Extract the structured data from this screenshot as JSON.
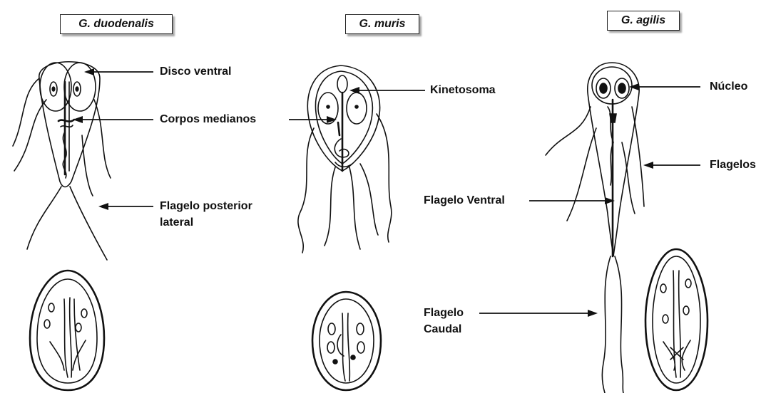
{
  "species": {
    "duodenalis": "G. duodenalis",
    "muris": "G. muris",
    "agilis": "G. agilis"
  },
  "labels": {
    "disco_ventral": "Disco ventral",
    "corpos_medianos": "Corpos medianos",
    "flagelo_posterior_line1": "Flagelo posterior",
    "flagelo_posterior_line2": "lateral",
    "kinetosoma": "Kinetosoma",
    "flagelo_ventral": "Flagelo Ventral",
    "flagelo_caudal_line1": "Flagelo",
    "flagelo_caudal_line2": "Caudal",
    "nucleo": "Núcleo",
    "flagelos": "Flagelos"
  }
}
